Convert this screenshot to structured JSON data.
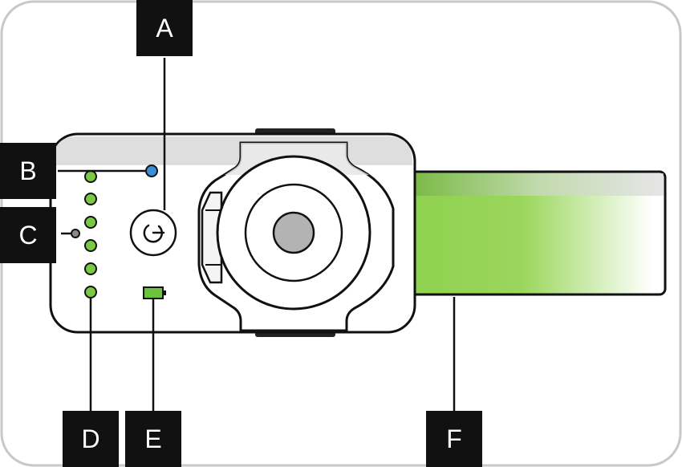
{
  "callouts": {
    "a": "A",
    "b": "B",
    "c": "C",
    "d": "D",
    "e": "E",
    "f": "F"
  },
  "device": {
    "status_led_color": "#3b8fd9",
    "level_led_color": "#7ac943",
    "battery_color": "#6cc33c",
    "usb_connector_color": "#8fd14f",
    "body_outline_color": "#111111",
    "icons": [
      "power-icon",
      "battery-icon",
      "reset-pinhole-icon",
      "status-led-icon",
      "level-led-icon"
    ]
  }
}
